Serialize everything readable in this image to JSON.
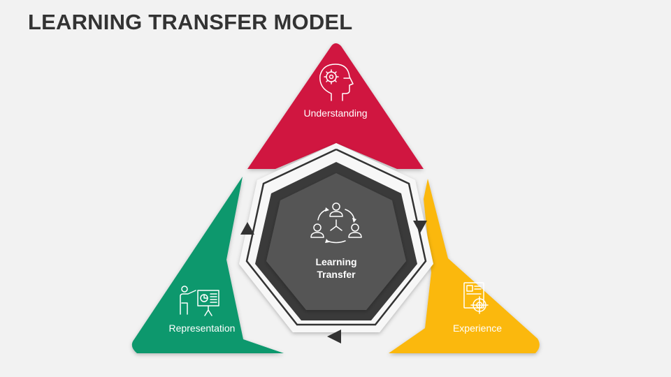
{
  "title": "LEARNING TRANSFER MODEL",
  "colors": {
    "understanding": "#d0143f",
    "experience": "#fbb80f",
    "representation": "#08986d",
    "center": "#555555",
    "ring": "#3a3a3a"
  },
  "center": {
    "line1": "Learning",
    "line2": "Transfer",
    "icon": "team-cycle-icon"
  },
  "segments": [
    {
      "label": "Understanding",
      "icon": "head-gear-icon",
      "color": "#d0143f"
    },
    {
      "label": "Experience",
      "icon": "target-document-icon",
      "color": "#fbb80f"
    },
    {
      "label": "Representation",
      "icon": "presenter-board-icon",
      "color": "#08986d"
    }
  ]
}
